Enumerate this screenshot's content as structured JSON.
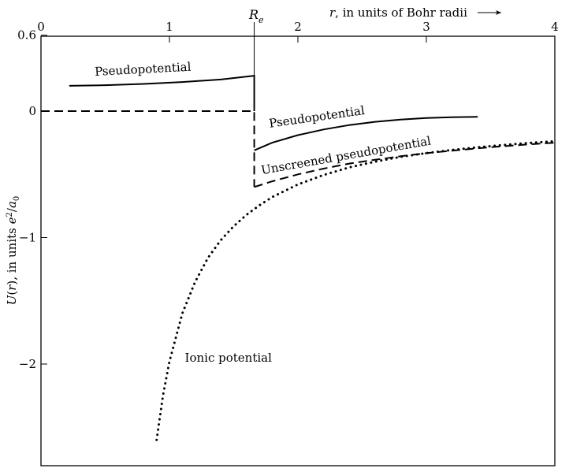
{
  "chart_data": {
    "type": "line",
    "title": "",
    "xlabel": "r, in units of Bohr radii",
    "ylabel": "U(r), in units e²/a₀",
    "xlim": [
      0,
      4
    ],
    "ylim": [
      -2.7,
      0.6
    ],
    "x_ticks": [
      0,
      1,
      2,
      3,
      4
    ],
    "x_tick_labels": [
      "0",
      "1",
      "2",
      "3",
      "4"
    ],
    "y_ticks": [
      0.6,
      0,
      -1,
      -2
    ],
    "y_tick_labels": [
      "0.6",
      "0",
      "−1",
      "−2"
    ],
    "re_label": "R",
    "re_subscript": "e",
    "re_value": 1.66,
    "grid": false,
    "series": [
      {
        "name": "Pseudopotential",
        "style": "solid",
        "x": [
          0.22,
          0.5,
          0.8,
          1.1,
          1.4,
          1.66,
          1.66
        ],
        "y": [
          0.2,
          0.205,
          0.215,
          0.23,
          0.25,
          0.28,
          0.0
        ]
      },
      {
        "name": "Pseudopotential",
        "style": "solid",
        "x": [
          1.66,
          1.8,
          2.0,
          2.2,
          2.4,
          2.6,
          2.8,
          3.0,
          3.2,
          3.4
        ],
        "y": [
          -0.31,
          -0.25,
          -0.19,
          -0.145,
          -0.11,
          -0.085,
          -0.067,
          -0.055,
          -0.048,
          -0.045
        ]
      },
      {
        "name": "",
        "style": "dashed",
        "x": [
          0,
          0.5,
          1.0,
          1.66,
          1.66
        ],
        "y": [
          0,
          0,
          0,
          0,
          -0.6
        ]
      },
      {
        "name": "Unscreened pseudopotential",
        "style": "dashed",
        "x": [
          1.66,
          1.8,
          2.0,
          2.2,
          2.4,
          2.6,
          2.8,
          3.0,
          3.2,
          3.4,
          3.6,
          3.8,
          4.0
        ],
        "y": [
          -0.6,
          -0.555,
          -0.5,
          -0.455,
          -0.415,
          -0.385,
          -0.357,
          -0.333,
          -0.313,
          -0.294,
          -0.278,
          -0.263,
          -0.25
        ]
      },
      {
        "name": "Ionic potential",
        "style": "dotted",
        "x": [
          0.9,
          0.95,
          1.0,
          1.1,
          1.2,
          1.3,
          1.4,
          1.5,
          1.6,
          1.7,
          1.8,
          2.0,
          2.2,
          2.4,
          2.6,
          2.8,
          3.0,
          3.2,
          3.4,
          3.6,
          3.8,
          4.0
        ],
        "y": [
          -2.6,
          -2.25,
          -1.98,
          -1.6,
          -1.35,
          -1.16,
          -1.02,
          -0.91,
          -0.82,
          -0.745,
          -0.68,
          -0.58,
          -0.505,
          -0.445,
          -0.4,
          -0.362,
          -0.332,
          -0.307,
          -0.286,
          -0.268,
          -0.252,
          -0.238
        ]
      }
    ],
    "annotations": [
      {
        "text": "Pseudopotential",
        "x": 0.42,
        "y": 0.28,
        "angle": -3
      },
      {
        "text": "Pseudopotential",
        "x": 1.78,
        "y": -0.13,
        "angle": -8
      },
      {
        "text": "Unscreened pseudopotential",
        "x": 1.72,
        "y": -0.5,
        "angle": -10
      },
      {
        "text": "Ionic potential",
        "x": 1.12,
        "y": -1.98,
        "angle": 0
      }
    ]
  }
}
